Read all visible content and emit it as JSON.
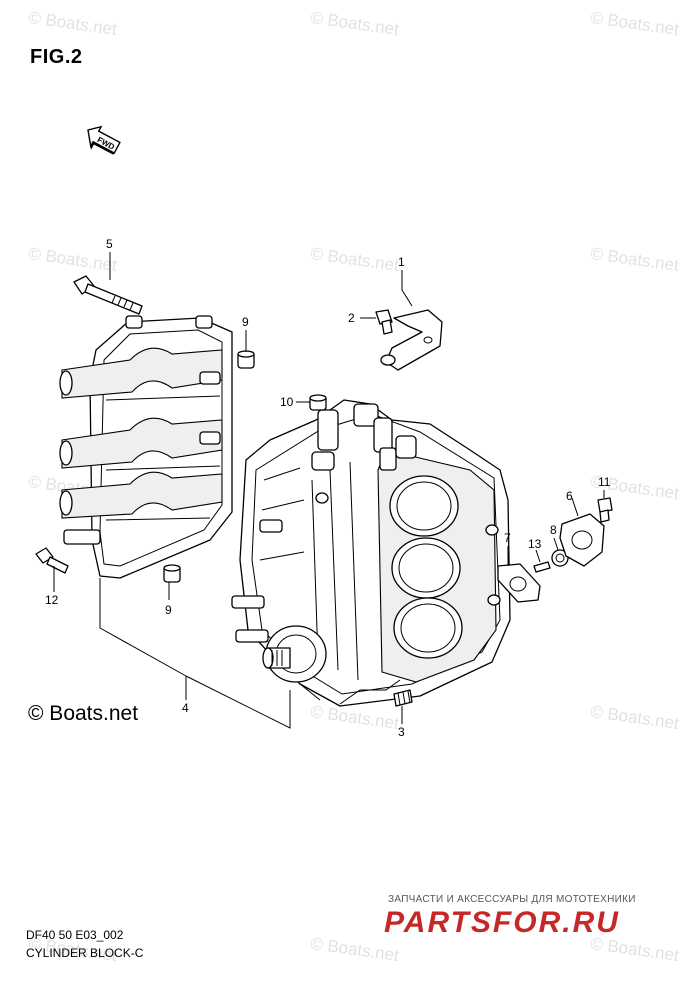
{
  "figure": {
    "title": "FIG.2",
    "fwd_label": "FWD",
    "copyright": "© Boats.net",
    "diagram_code": "DF40 50 E03_002",
    "diagram_name": "CYLINDER BLOCK-C"
  },
  "watermark": "© Boats.net",
  "brand": {
    "tagline": "ЗАПЧАСТИ И АКСЕССУАРЫ ДЛЯ МОТОТЕХНИКИ",
    "logo": "PARTSFOR.RU",
    "color": "#c62828"
  },
  "callouts": [
    {
      "id": "c1",
      "label": "1"
    },
    {
      "id": "c2",
      "label": "2"
    },
    {
      "id": "c3",
      "label": "3"
    },
    {
      "id": "c4",
      "label": "4"
    },
    {
      "id": "c5",
      "label": "5"
    },
    {
      "id": "c6",
      "label": "6"
    },
    {
      "id": "c7",
      "label": "7"
    },
    {
      "id": "c8",
      "label": "8"
    },
    {
      "id": "c9a",
      "label": "9"
    },
    {
      "id": "c9b",
      "label": "9"
    },
    {
      "id": "c10",
      "label": "10"
    },
    {
      "id": "c11",
      "label": "11"
    },
    {
      "id": "c12",
      "label": "12"
    },
    {
      "id": "c13",
      "label": "13"
    }
  ]
}
